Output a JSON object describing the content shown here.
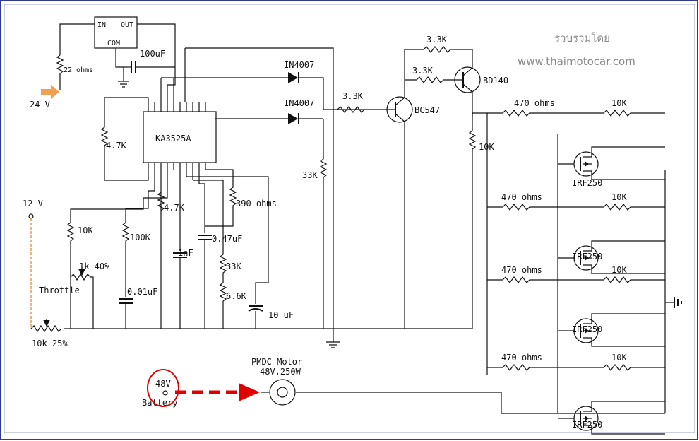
{
  "watermark": {
    "line1": "รวบรวมโดย",
    "line2": "www.thaimotocar.com"
  },
  "regulator": {
    "in": "IN",
    "out": "OUT",
    "com": "COM"
  },
  "ic": {
    "name": "KA3525A"
  },
  "supply": {
    "v24": "24 V",
    "v12": "12 V",
    "battery_voltage": "48V",
    "battery_label": "Battery"
  },
  "motor": {
    "title": "PMDC Motor",
    "rating": "48V,250W"
  },
  "components": {
    "r22": "22 ohms",
    "c100u": "100uF",
    "d1": "IN4007",
    "d2": "IN4007",
    "r33k_top": "3.3K",
    "r33k_mid": "3.3K",
    "r33k_base": "3.3K",
    "q_bd140": "BD140",
    "q_bc547": "BC547",
    "r10k_q": "10K",
    "r47k_a": "4.7K",
    "r47k_b": "4.7K",
    "r33k_div": "33K",
    "r390": "390 ohms",
    "c047": "0.47uF",
    "r10k_l": "10K",
    "r100k": "100K",
    "c1n": "1nF",
    "pot_throttle": "1k 40%",
    "throttle": "Throttle",
    "c001": "0.01uF",
    "r33k_b": "33K",
    "r66k": "6.6K",
    "c10u": "10 uF",
    "pot_10k": "10k 25%"
  },
  "mosfet_stages": [
    {
      "gate_r": "470 ohms",
      "pull_r": "10K",
      "part": "IRF250"
    },
    {
      "gate_r": "470 ohms",
      "pull_r": "10K",
      "part": "IRF250"
    },
    {
      "gate_r": "470 ohms",
      "pull_r": "10K",
      "part": "IRF250"
    },
    {
      "gate_r": "470 ohms",
      "pull_r": "10K",
      "part": "IRF250"
    }
  ],
  "colors": {
    "arrow": "#e00000",
    "highlight": "#e00000",
    "pointer": "#f0a050",
    "throttle_wire": "#e08030",
    "frame": "#2f3b8a"
  }
}
